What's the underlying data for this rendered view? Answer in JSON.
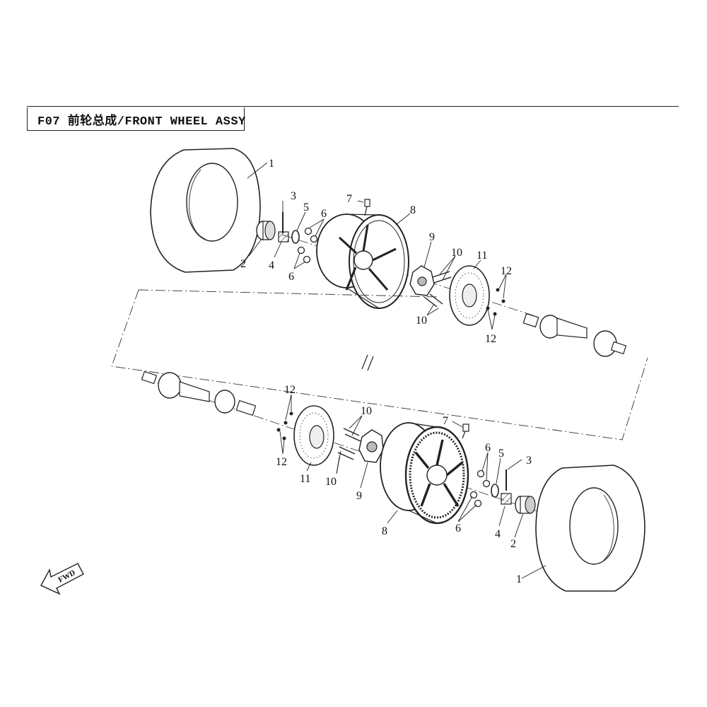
{
  "header": {
    "title": "F07 前轮总成/FRONT WHEEL ASSY"
  },
  "direction_marker": {
    "label": "FWD"
  },
  "callouts": {
    "upper": {
      "tire": "1",
      "cap": "2",
      "cotter_pin": "3",
      "castle_nut": "4",
      "washer": "5",
      "lug_nut_a": "6",
      "lug_nut_b": "6",
      "valve": "7",
      "rim": "8",
      "hub": "9",
      "hub_bolt_a": "10",
      "hub_bolt_b": "10",
      "brake_disc": "11",
      "disc_bolt_a": "12",
      "disc_bolt_b": "12"
    },
    "lower": {
      "tire": "1",
      "cap": "2",
      "cotter_pin": "3",
      "castle_nut": "4",
      "washer": "5",
      "lug_nut_a": "6",
      "lug_nut_b": "6",
      "valve": "7",
      "rim": "8",
      "hub": "9",
      "hub_bolt_a": "10",
      "hub_bolt_b": "10",
      "brake_disc": "11",
      "disc_bolt_a": "12",
      "disc_bolt_b": "12"
    }
  }
}
